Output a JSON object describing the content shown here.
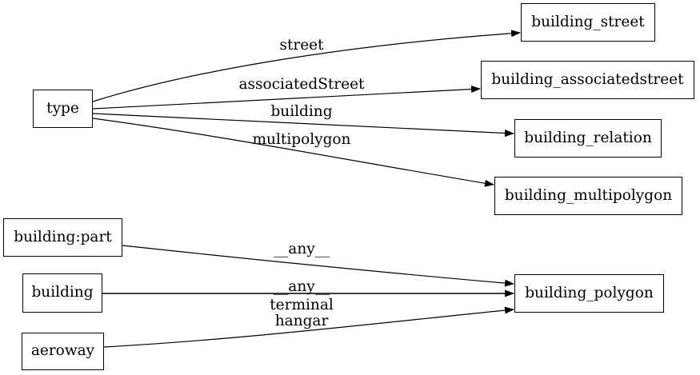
{
  "diagram": {
    "type": "directed-graph",
    "background_color": "#ffffff",
    "stroke_color": "#000000",
    "nodes": [
      {
        "id": "type",
        "label": "type"
      },
      {
        "id": "building_street",
        "label": "building_street"
      },
      {
        "id": "building_associatedstreet",
        "label": "building_associatedstreet"
      },
      {
        "id": "building_relation",
        "label": "building_relation"
      },
      {
        "id": "building_multipolygon",
        "label": "building_multipolygon"
      },
      {
        "id": "building:part",
        "label": "building:part"
      },
      {
        "id": "building",
        "label": "building"
      },
      {
        "id": "aeroway",
        "label": "aeroway"
      },
      {
        "id": "building_polygon",
        "label": "building_polygon"
      }
    ],
    "edges": [
      {
        "from": "type",
        "to": "building_street",
        "label": "street"
      },
      {
        "from": "type",
        "to": "building_associatedstreet",
        "label": "associatedStreet"
      },
      {
        "from": "type",
        "to": "building_relation",
        "label": "building"
      },
      {
        "from": "type",
        "to": "building_multipolygon",
        "label": "multipolygon"
      },
      {
        "from": "building:part",
        "to": "building_polygon",
        "label": "__any__"
      },
      {
        "from": "building",
        "to": "building_polygon",
        "label": "__any__"
      },
      {
        "from": "aeroway",
        "to": "building_polygon",
        "label": "terminal\nhangar"
      }
    ]
  }
}
